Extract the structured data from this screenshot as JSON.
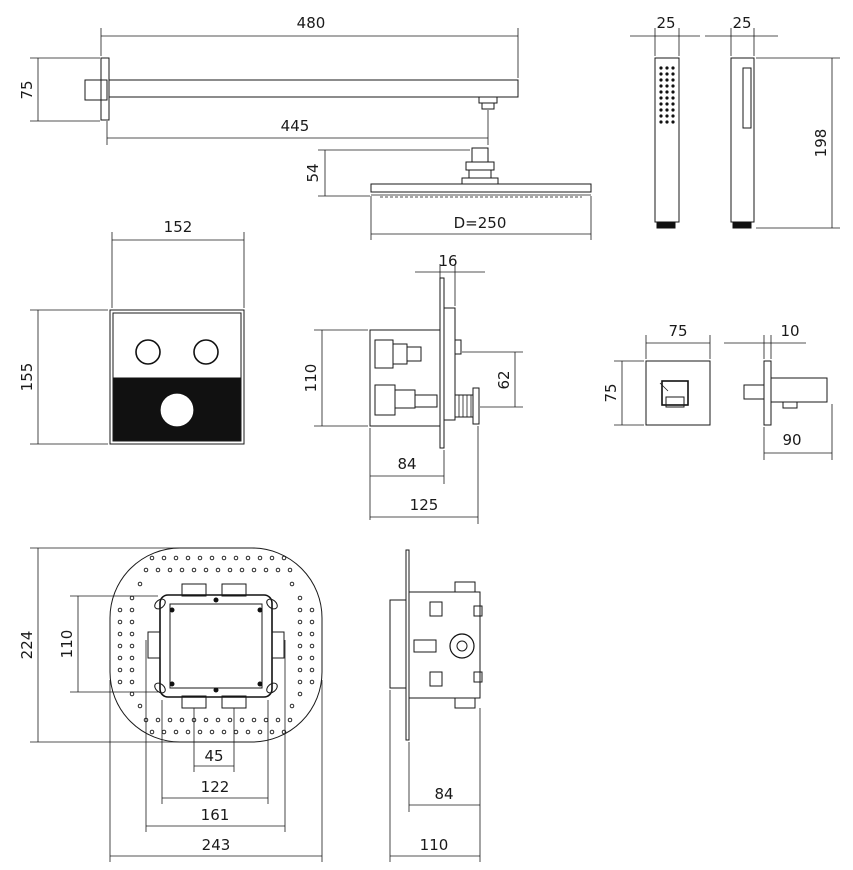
{
  "dimensions": {
    "arm_length": "480",
    "arm_height": "75",
    "arm_projection": "445",
    "head_height": "54",
    "head_diameter": "D=250",
    "handshower_width_front": "25",
    "handshower_width_side": "25",
    "handshower_length": "198",
    "panel_width": "152",
    "panel_height": "155",
    "valve_plate_depth": "16",
    "valve_height": "110",
    "valve_outlet_spacing": "62",
    "valve_body_depth": "84",
    "valve_total_depth": "125",
    "outlet_width": "75",
    "outlet_height": "75",
    "outlet_plate": "10",
    "outlet_depth": "90",
    "box_height": "224",
    "box_inner_height": "110",
    "box_pitch_small": "45",
    "box_pitch_122": "122",
    "box_pitch_161": "161",
    "box_width": "243",
    "box_side_depth": "84",
    "box_side_total": "110"
  }
}
